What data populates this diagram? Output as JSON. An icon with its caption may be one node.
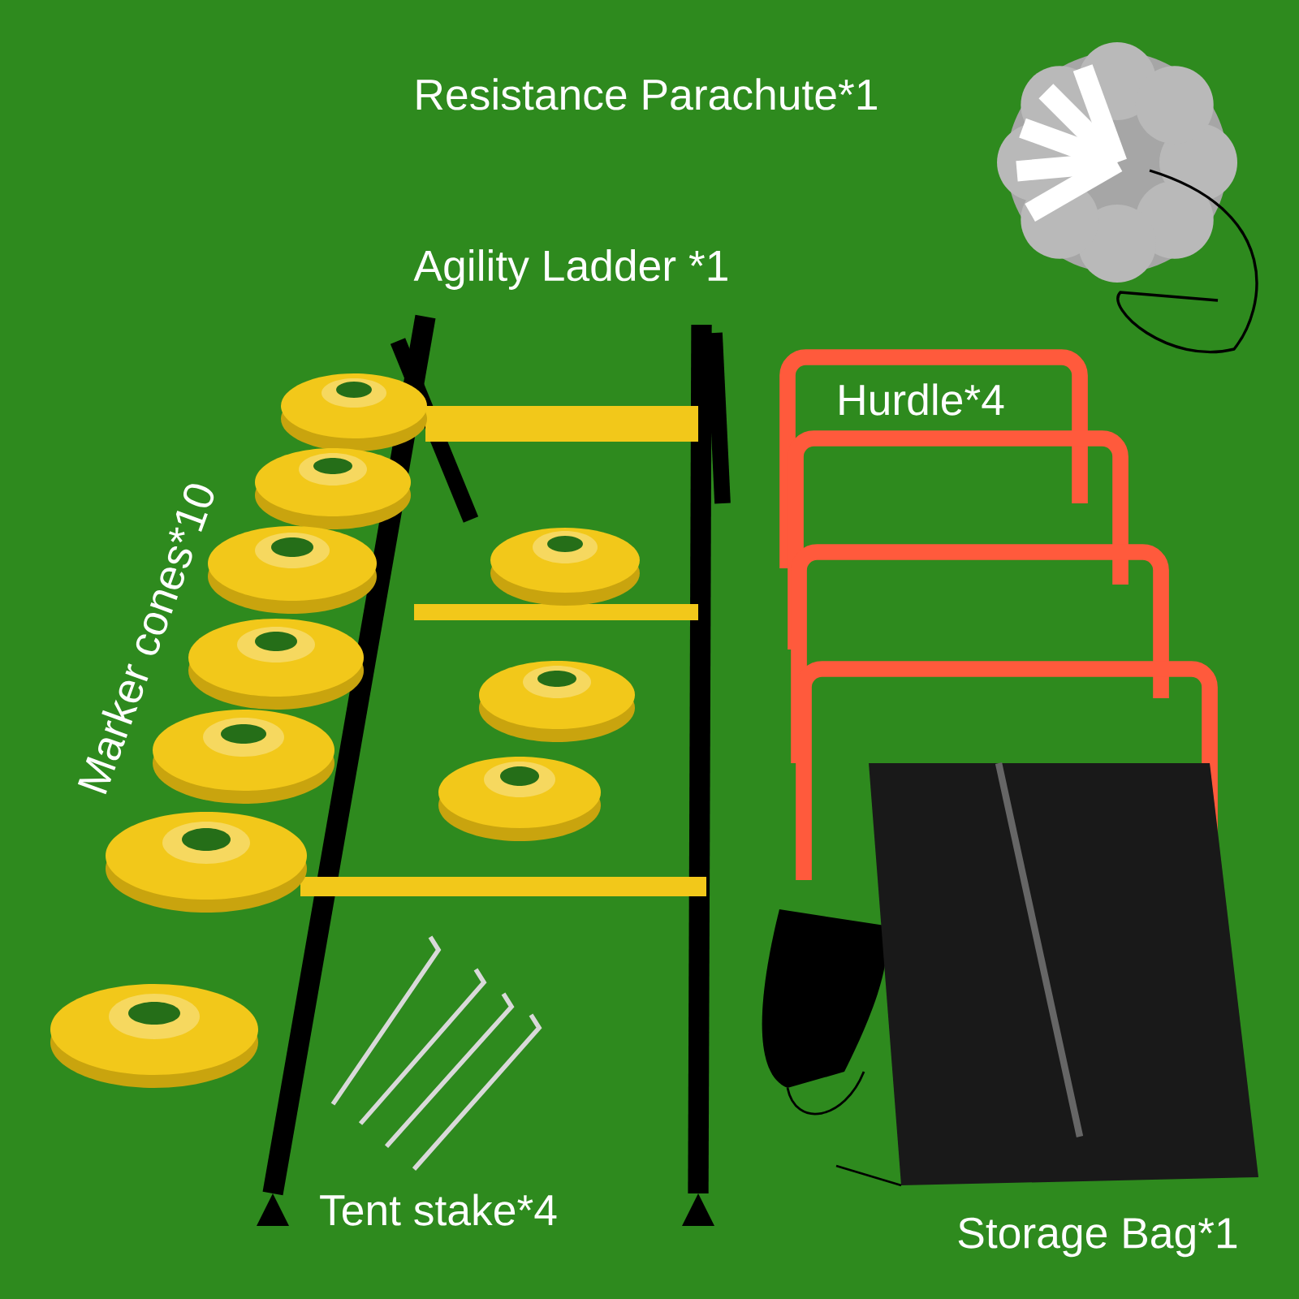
{
  "diagram": {
    "labels": [
      "Resistance Parachute*1",
      "Agility Ladder *1",
      "Hurdle*4",
      "Marker cones*10",
      "Tent stake*4",
      "Storage Bag*1"
    ]
  }
}
